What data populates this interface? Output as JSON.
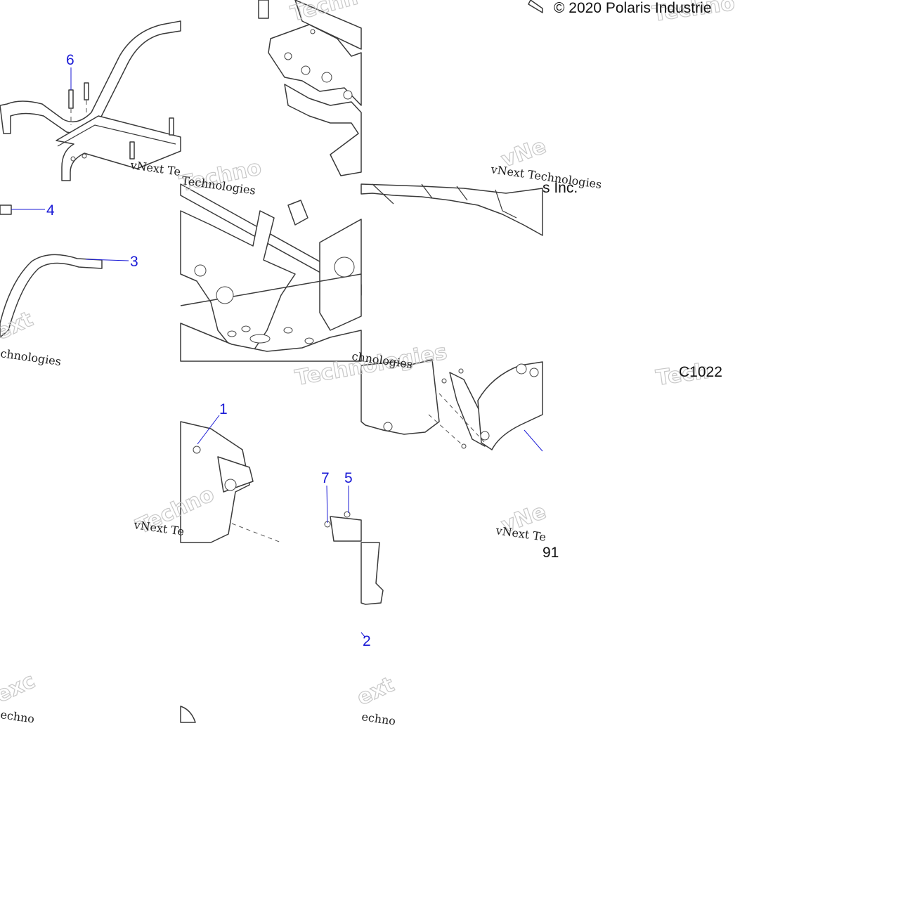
{
  "diagram": {
    "copyright": "© 2020 Polaris Industrie",
    "copyright_tail": "s Inc.",
    "figure_code": "C1022",
    "figure_code_tail": "91",
    "callouts": [
      "1",
      "2",
      "3",
      "4",
      "5",
      "6",
      "7"
    ],
    "watermark_texts": [
      "vNext Te",
      "vNext Technologies",
      "chnologies",
      "chnologies",
      "vNext Te",
      "vNext Te",
      "Technologies",
      "echno",
      "echno"
    ],
    "watermark_ghost_texts": [
      "Techn",
      "Techno",
      "vNe",
      "Techno",
      "ext",
      "Technologies",
      "Tech",
      "vNe",
      "Techno",
      "exc",
      "ext"
    ],
    "colors": {
      "callout": "#1a1ad6",
      "line": "#3a3a3a",
      "background": "#ffffff"
    }
  }
}
